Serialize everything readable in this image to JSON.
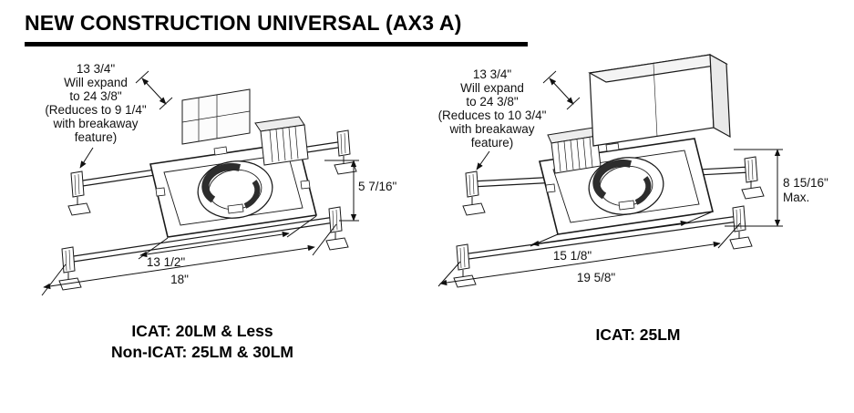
{
  "page": {
    "title": "NEW CONSTRUCTION UNIVERSAL (AX3 A)"
  },
  "colors": {
    "ink": "#111111",
    "background": "#ffffff"
  },
  "figures": {
    "left": {
      "note": "13 3/4\"\nWill expand\nto 24 3/8\"\n(Reduces to 9 1/4\"\nwith breakaway\nfeature)",
      "dim_height": "5 7/16\"",
      "dim_width_inner": "13 1/2\"",
      "dim_width_overall": "18\"",
      "caption": "ICAT: 20LM & Less\nNon-ICAT: 25LM & 30LM"
    },
    "right": {
      "note": "13 3/4\"\nWill expand\nto 24 3/8\"\n(Reduces to 10 3/4\"\nwith breakaway\nfeature)",
      "dim_height": "8 15/16\"\nMax.",
      "dim_width_inner": "15 1/8\"",
      "dim_width_overall": "19 5/8\"",
      "caption": "ICAT: 25LM"
    }
  }
}
